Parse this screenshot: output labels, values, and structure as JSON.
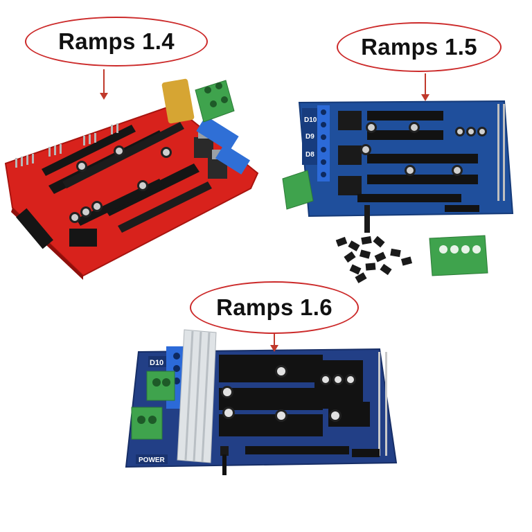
{
  "callouts": {
    "ramps14": "Ramps 1.4",
    "ramps15": "Ramps 1.5",
    "ramps16": "Ramps 1.6"
  },
  "board_labels": {
    "d10": "D10",
    "d9": "D9",
    "d8": "D8",
    "power": "POWER"
  },
  "colors": {
    "callout_border": "#cc2a2a",
    "arrow": "#c0392b",
    "ramps14_pcb": "#d8221c",
    "ramps15_pcb": "#1f4f9c",
    "ramps16_pcb": "#223f86",
    "terminal_green": "#3fa34d",
    "heatsink": "#dfe3e6"
  }
}
